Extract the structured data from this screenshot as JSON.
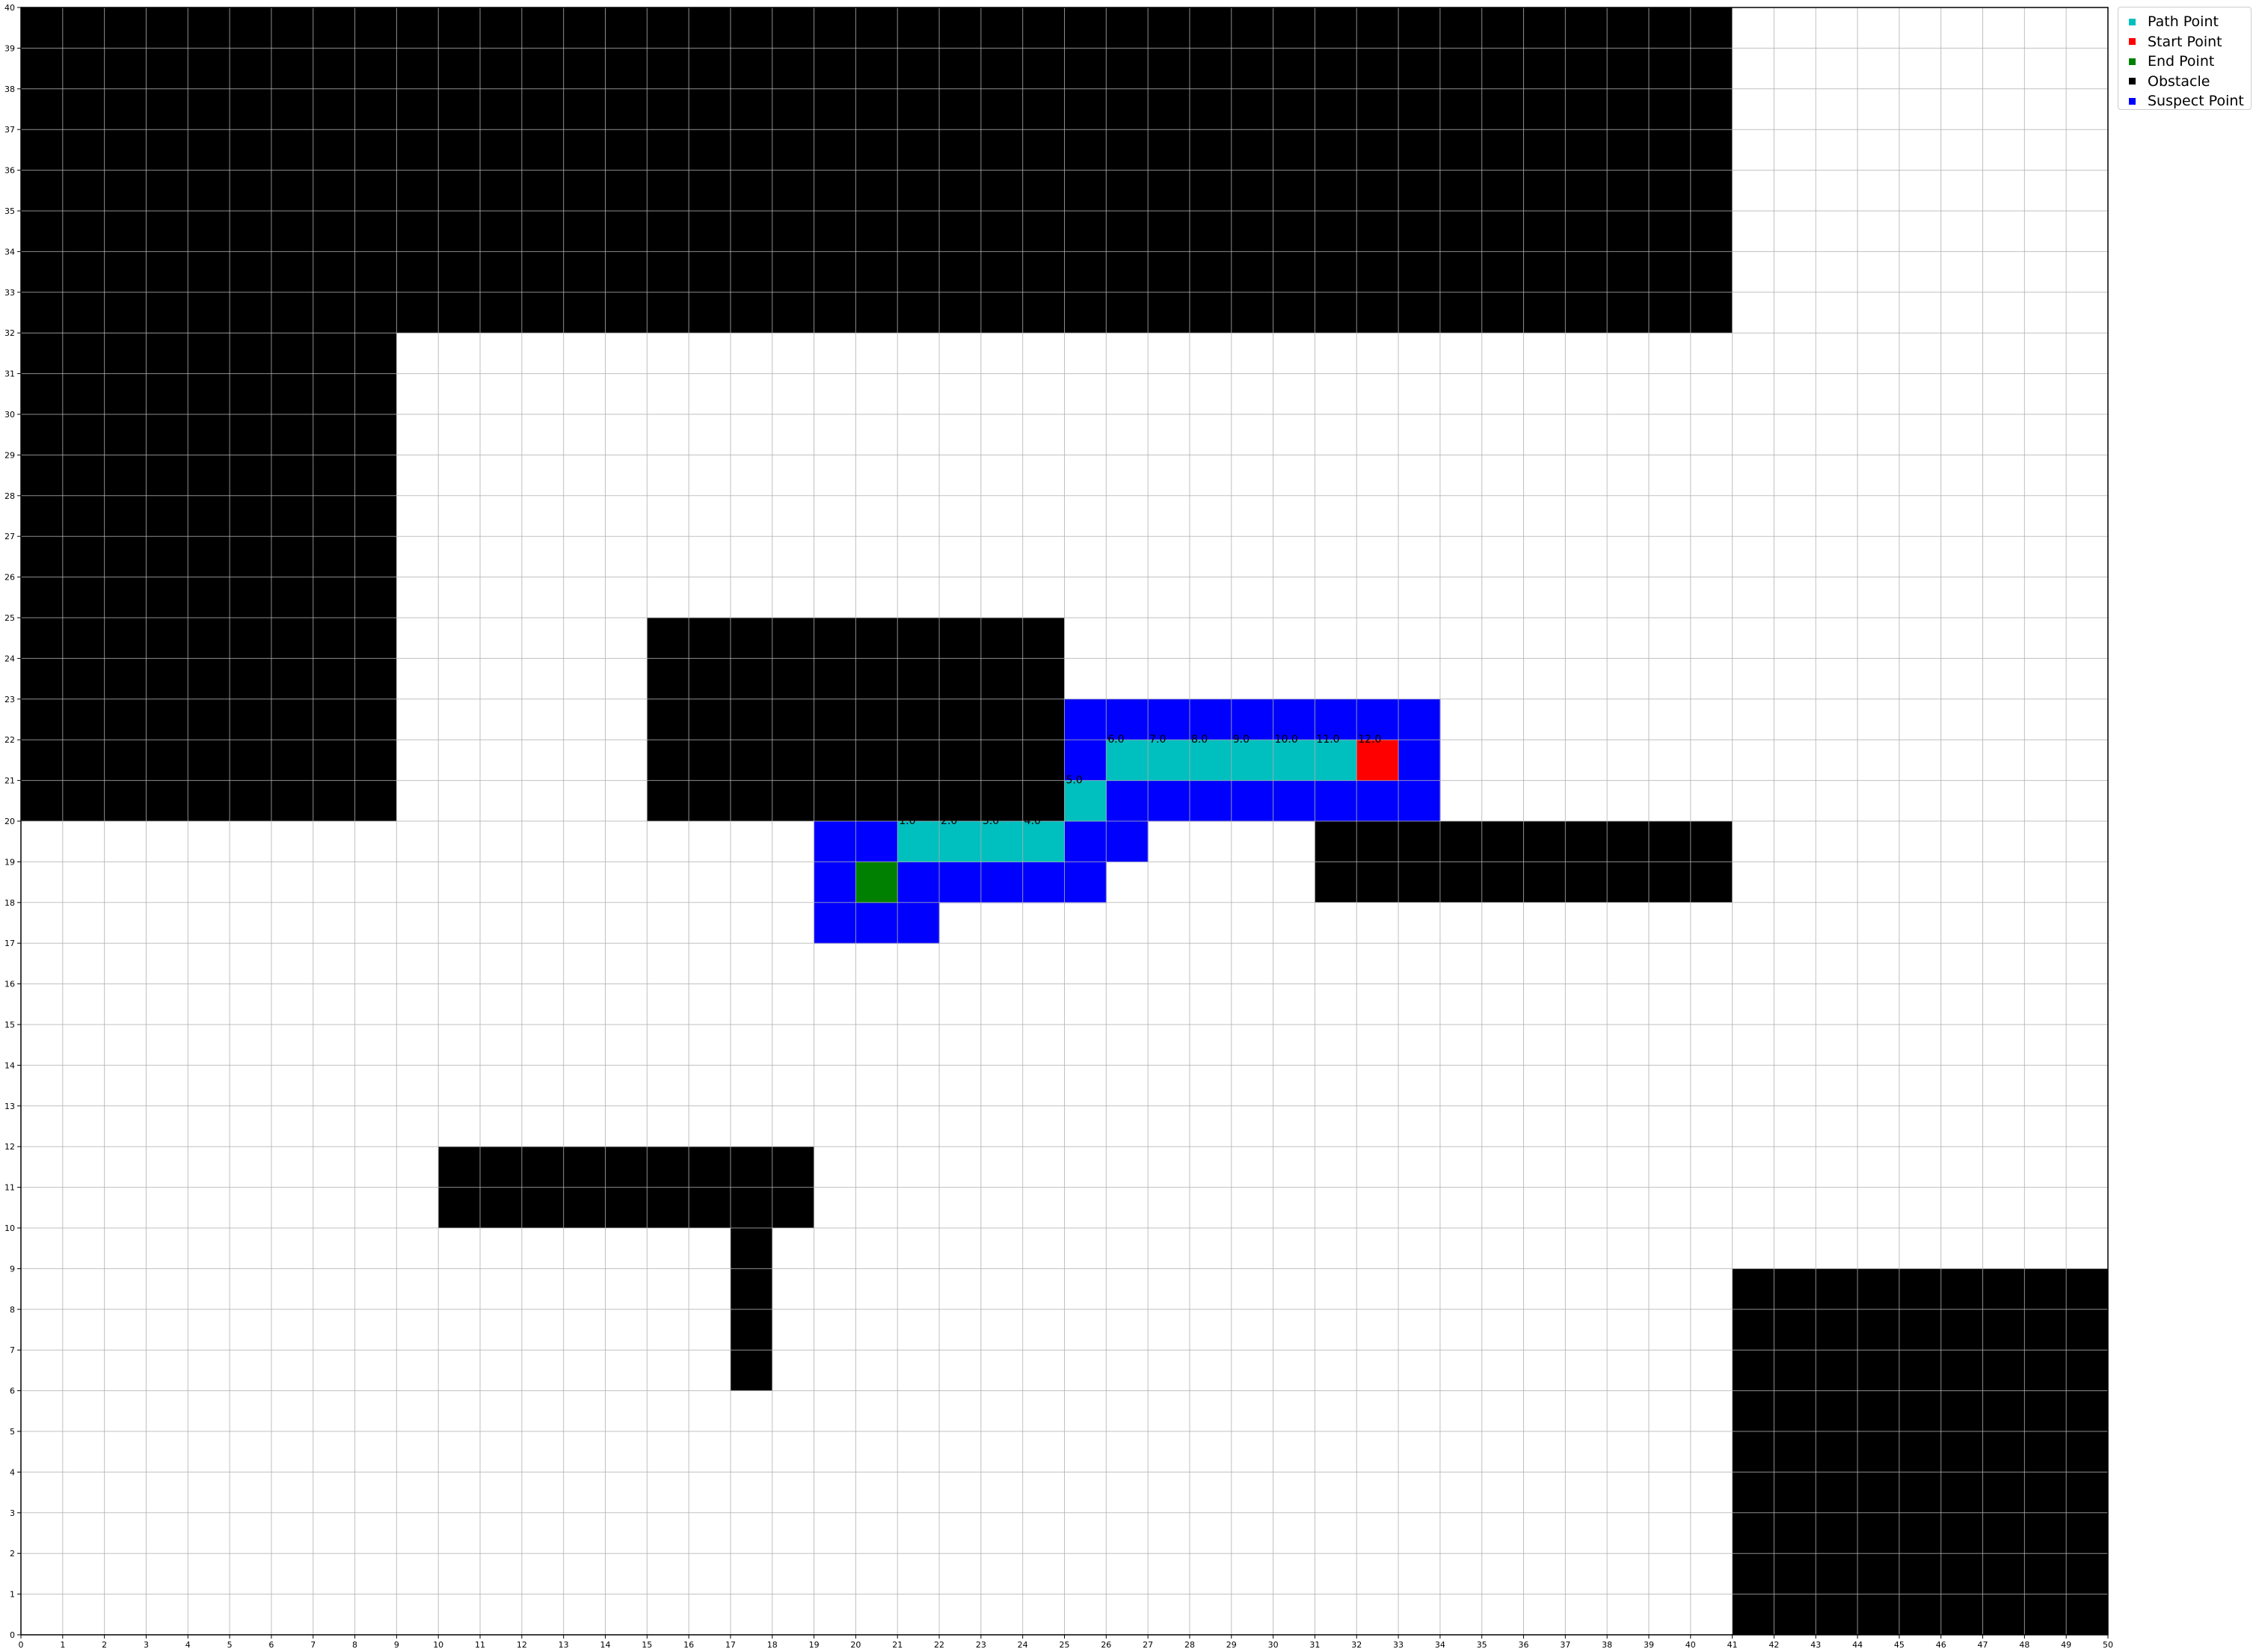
{
  "chart_data": {
    "type": "heatmap",
    "title": "",
    "xlabel": "",
    "ylabel": "",
    "xlim": [
      0,
      50
    ],
    "ylim": [
      0,
      40
    ],
    "x_ticks": [
      0,
      1,
      2,
      3,
      4,
      5,
      6,
      7,
      8,
      9,
      10,
      11,
      12,
      13,
      14,
      15,
      16,
      17,
      18,
      19,
      20,
      21,
      22,
      23,
      24,
      25,
      26,
      27,
      28,
      29,
      30,
      31,
      32,
      33,
      34,
      35,
      36,
      37,
      38,
      39,
      40,
      41,
      42,
      43,
      44,
      45,
      46,
      47,
      48,
      49,
      50
    ],
    "y_ticks": [
      0,
      1,
      2,
      3,
      4,
      5,
      6,
      7,
      8,
      9,
      10,
      11,
      12,
      13,
      14,
      15,
      16,
      17,
      18,
      19,
      20,
      21,
      22,
      23,
      24,
      25,
      26,
      27,
      28,
      29,
      30,
      31,
      32,
      33,
      34,
      35,
      36,
      37,
      38,
      39,
      40
    ],
    "grid": true,
    "legend_position": "outside-top-right",
    "colors": {
      "obstacle": "#000000",
      "suspect": "#0000ff",
      "path": "#00bfbf",
      "start": "#ff0000",
      "end": "#008000",
      "grid": "#b0b0b0"
    },
    "legend": [
      {
        "label": "Path Point",
        "category": "path"
      },
      {
        "label": "Start Point",
        "category": "start"
      },
      {
        "label": "End Point",
        "category": "end"
      },
      {
        "label": "Obstacle",
        "category": "obstacle"
      },
      {
        "label": "Suspect Point",
        "category": "suspect"
      }
    ],
    "obstacles": [
      {
        "x": [
          0,
          41
        ],
        "y": [
          32,
          40
        ]
      },
      {
        "x": [
          0,
          9
        ],
        "y": [
          20,
          32
        ]
      },
      {
        "x": [
          15,
          25
        ],
        "y": [
          20,
          25
        ]
      },
      {
        "x": [
          31,
          41
        ],
        "y": [
          18,
          20
        ]
      },
      {
        "x": [
          10,
          19
        ],
        "y": [
          10,
          12
        ]
      },
      {
        "x": [
          17,
          18
        ],
        "y": [
          6,
          10
        ]
      },
      {
        "x": [
          41,
          50
        ],
        "y": [
          0,
          9
        ]
      }
    ],
    "suspect_points": [
      {
        "x": 25,
        "y": 22
      },
      {
        "x": 26,
        "y": 22
      },
      {
        "x": 27,
        "y": 22
      },
      {
        "x": 28,
        "y": 22
      },
      {
        "x": 29,
        "y": 22
      },
      {
        "x": 30,
        "y": 22
      },
      {
        "x": 31,
        "y": 22
      },
      {
        "x": 32,
        "y": 22
      },
      {
        "x": 33,
        "y": 22
      },
      {
        "x": 25,
        "y": 21
      },
      {
        "x": 33,
        "y": 21
      },
      {
        "x": 26,
        "y": 20
      },
      {
        "x": 27,
        "y": 20
      },
      {
        "x": 28,
        "y": 20
      },
      {
        "x": 29,
        "y": 20
      },
      {
        "x": 30,
        "y": 20
      },
      {
        "x": 31,
        "y": 20
      },
      {
        "x": 32,
        "y": 20
      },
      {
        "x": 33,
        "y": 20
      },
      {
        "x": 19,
        "y": 19
      },
      {
        "x": 20,
        "y": 19
      },
      {
        "x": 25,
        "y": 19
      },
      {
        "x": 26,
        "y": 19
      },
      {
        "x": 19,
        "y": 18
      },
      {
        "x": 21,
        "y": 18
      },
      {
        "x": 22,
        "y": 18
      },
      {
        "x": 23,
        "y": 18
      },
      {
        "x": 24,
        "y": 18
      },
      {
        "x": 25,
        "y": 18
      },
      {
        "x": 19,
        "y": 17
      },
      {
        "x": 20,
        "y": 17
      },
      {
        "x": 21,
        "y": 17
      }
    ],
    "path_points": [
      {
        "x": 26,
        "y": 21
      },
      {
        "x": 27,
        "y": 21
      },
      {
        "x": 28,
        "y": 21
      },
      {
        "x": 29,
        "y": 21
      },
      {
        "x": 30,
        "y": 21
      },
      {
        "x": 31,
        "y": 21
      },
      {
        "x": 25,
        "y": 20
      },
      {
        "x": 21,
        "y": 19
      },
      {
        "x": 22,
        "y": 19
      },
      {
        "x": 23,
        "y": 19
      },
      {
        "x": 24,
        "y": 19
      }
    ],
    "start_point": {
      "x": 32,
      "y": 21
    },
    "end_point": {
      "x": 20,
      "y": 18
    },
    "cell_labels": [
      {
        "x": 26,
        "y": 21,
        "text": "6.0"
      },
      {
        "x": 27,
        "y": 21,
        "text": "7.0"
      },
      {
        "x": 28,
        "y": 21,
        "text": "8.0"
      },
      {
        "x": 29,
        "y": 21,
        "text": "9.0"
      },
      {
        "x": 30,
        "y": 21,
        "text": "10.0"
      },
      {
        "x": 31,
        "y": 21,
        "text": "11.0"
      },
      {
        "x": 32,
        "y": 21,
        "text": "12.0"
      },
      {
        "x": 25,
        "y": 20,
        "text": "5.0"
      },
      {
        "x": 21,
        "y": 19,
        "text": "1.0"
      },
      {
        "x": 22,
        "y": 19,
        "text": "2.0"
      },
      {
        "x": 23,
        "y": 19,
        "text": "3.0"
      },
      {
        "x": 24,
        "y": 19,
        "text": "4.0"
      }
    ]
  }
}
